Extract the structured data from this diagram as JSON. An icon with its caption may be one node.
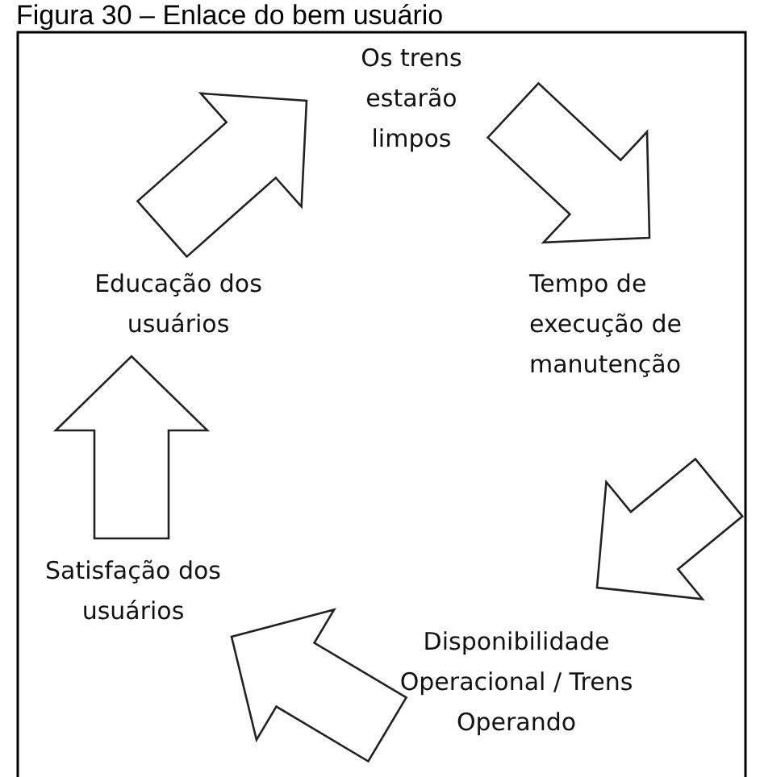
{
  "diagram": {
    "title": "Figura 30 – Enlace do bem usuário",
    "nodes": [
      {
        "text": [
          "Os trens estarão limpos"
        ]
      },
      {
        "text": [
          "Tempo de execução de manutenção"
        ]
      },
      {
        "text": [
          "Disponibilidade Operacional / Trens Operando"
        ]
      },
      {
        "text": [
          "Satisfação dos usuários"
        ]
      },
      {
        "text": [
          "Educação dos usuários"
        ]
      }
    ],
    "edges": [
      {
        "from": 4,
        "to": 0,
        "arrow": "to"
      },
      {
        "from": 0,
        "to": 1,
        "arrow": "to"
      },
      {
        "from": 1,
        "to": 2,
        "arrow": "to"
      },
      {
        "from": 2,
        "to": 3,
        "arrow": "to"
      },
      {
        "from": 3,
        "to": 4,
        "arrow": "to"
      }
    ]
  }
}
